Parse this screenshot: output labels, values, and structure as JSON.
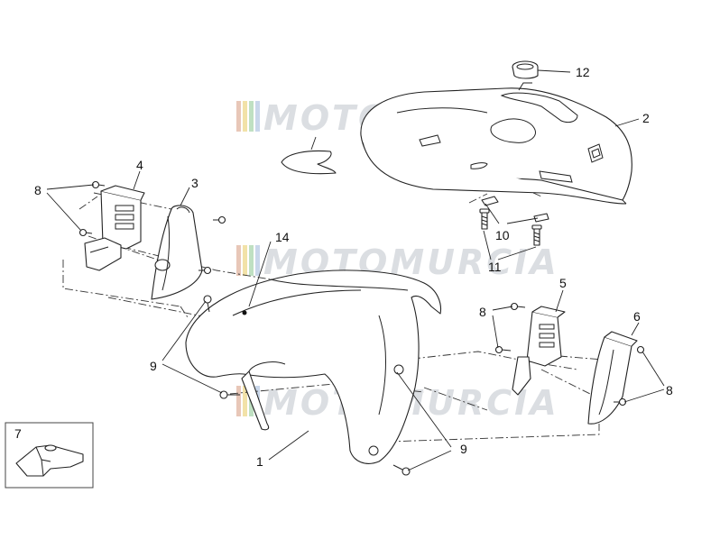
{
  "watermark": {
    "text": "MOTOMURCIA",
    "colors": [
      "#e8c7b8",
      "#f2e2a8",
      "#bfe0c2",
      "#c9d7ea"
    ]
  },
  "callouts": [
    {
      "id": "c1",
      "text": "1"
    },
    {
      "id": "c2",
      "text": "2"
    },
    {
      "id": "c3",
      "text": "3"
    },
    {
      "id": "c4",
      "text": "4"
    },
    {
      "id": "c5",
      "text": "5"
    },
    {
      "id": "c6",
      "text": "6"
    },
    {
      "id": "c7",
      "text": "7"
    },
    {
      "id": "c8a",
      "text": "8"
    },
    {
      "id": "c8b",
      "text": "8"
    },
    {
      "id": "c8c",
      "text": "8"
    },
    {
      "id": "c9a",
      "text": "9"
    },
    {
      "id": "c9b",
      "text": "9"
    },
    {
      "id": "c10",
      "text": "10"
    },
    {
      "id": "c11",
      "text": "11"
    },
    {
      "id": "c12",
      "text": "12"
    },
    {
      "id": "c14",
      "text": "14"
    }
  ]
}
